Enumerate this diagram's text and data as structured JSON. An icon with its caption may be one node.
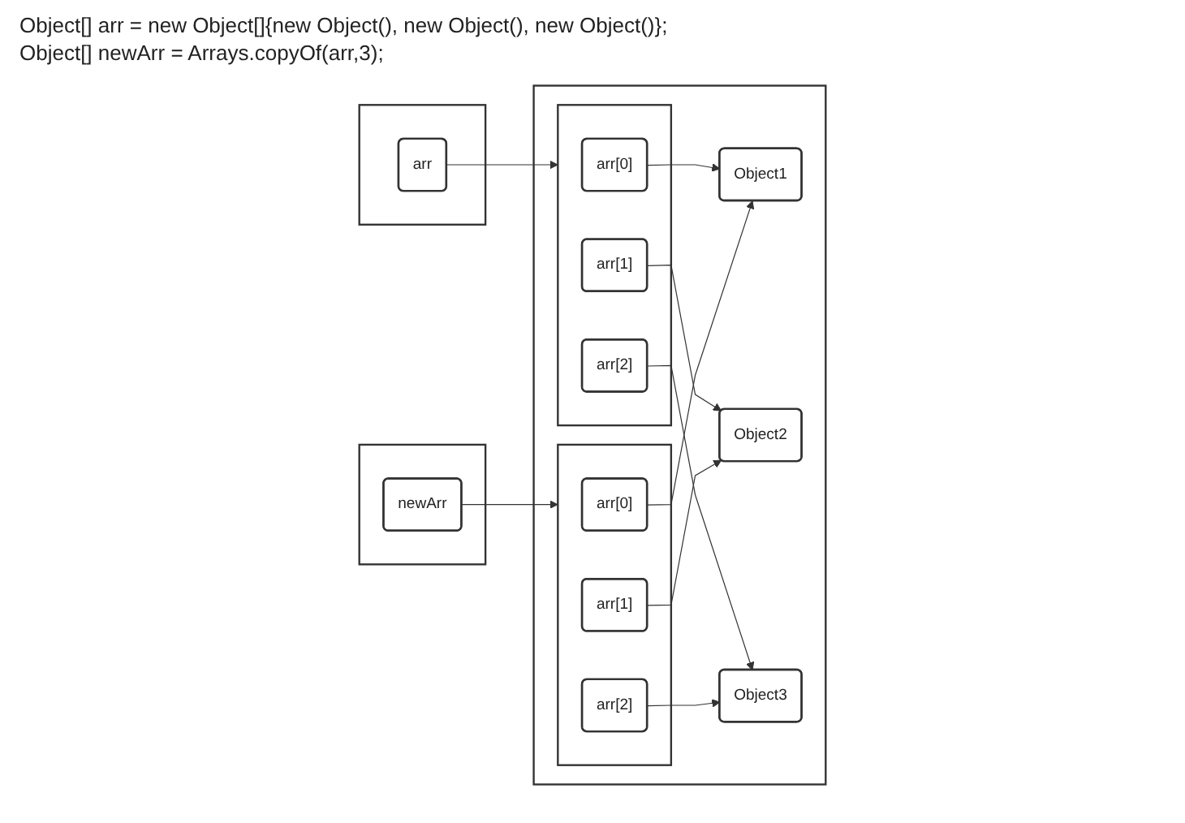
{
  "diagram": {
    "nodes": [
      {
        "text": [],
        "shape": "box"
      },
      {
        "text": [
          "arr"
        ],
        "in": 0
      },
      {
        "text": [],
        "shape": "box"
      },
      {
        "text": [
          "newArr"
        ],
        "in": 2
      },
      {
        "text": [],
        "shape": "box"
      },
      {
        "text": [],
        "shape": "box",
        "in": 4
      },
      {
        "text": [
          "arr[0]"
        ],
        "in": 5
      },
      {
        "text": [
          "arr[1]"
        ],
        "in": 5
      },
      {
        "text": [
          "arr[2]"
        ],
        "in": 5
      },
      {
        "text": [],
        "shape": "box",
        "in": 4
      },
      {
        "text": [
          "arr[0]"
        ],
        "in": 9
      },
      {
        "text": [
          "arr[1]"
        ],
        "in": 9
      },
      {
        "text": [
          "arr[2]"
        ],
        "in": 9
      },
      {
        "text": [
          "Object1"
        ],
        "in": 4
      },
      {
        "text": [
          "Object2"
        ],
        "in": 4
      },
      {
        "text": [
          "Object3"
        ],
        "in": 4
      }
    ],
    "edges": [
      {
        "from": 1,
        "to": 5,
        "arrow": "to"
      },
      {
        "from": 6,
        "to": 13,
        "arrow": "to"
      },
      {
        "from": 7,
        "to": 14,
        "arrow": "to"
      },
      {
        "from": 8,
        "to": 15,
        "arrow": "to"
      },
      {
        "from": 3,
        "to": 9,
        "arrow": "to"
      },
      {
        "from": 10,
        "to": 13,
        "arrow": "to"
      },
      {
        "from": 11,
        "to": 14,
        "arrow": "to"
      },
      {
        "from": 12,
        "to": 15,
        "arrow": "to"
      }
    ],
    "labels": [
      "Object[] arr = new Object[]{new Object(), new Object(), new Object()};",
      "Object[] newArr = Arrays.copyOf(arr,3);"
    ]
  }
}
